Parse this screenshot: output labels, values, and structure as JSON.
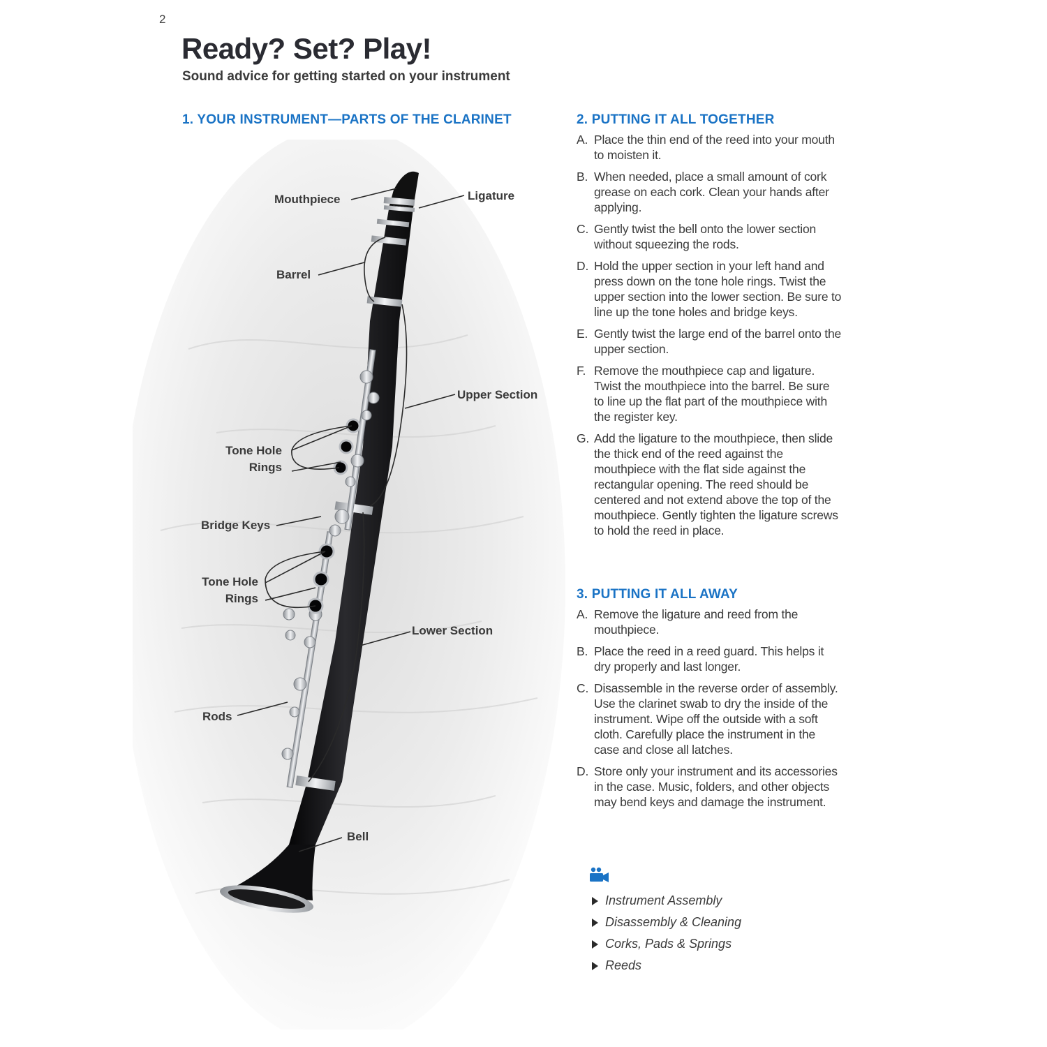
{
  "page_number": "2",
  "header": {
    "title": "Ready? Set? Play!",
    "subtitle": "Sound advice for getting started on your instrument"
  },
  "section1": {
    "heading": "1. YOUR INSTRUMENT—PARTS OF THE CLARINET",
    "labels": {
      "mouthpiece": "Mouthpiece",
      "ligature": "Ligature",
      "barrel": "Barrel",
      "upper_section": "Upper Section",
      "tone_hole_rings_upper_1": "Tone Hole",
      "tone_hole_rings_upper_2": "Rings",
      "bridge_keys": "Bridge Keys",
      "tone_hole_rings_lower_1": "Tone Hole",
      "tone_hole_rings_lower_2": "Rings",
      "lower_section": "Lower Section",
      "rods": "Rods",
      "bell": "Bell"
    }
  },
  "section2": {
    "heading": "2. PUTTING IT ALL TOGETHER",
    "steps": [
      {
        "letter": "A.",
        "text": "Place the thin end of the reed into your mouth to moisten it."
      },
      {
        "letter": "B.",
        "text": "When needed, place a small amount of cork grease on each cork. Clean your hands after applying."
      },
      {
        "letter": "C.",
        "text": "Gently twist the bell onto the lower section without squeezing the rods."
      },
      {
        "letter": "D.",
        "text": "Hold the upper section in your left hand and press down on the tone hole rings. Twist the upper section into the lower section. Be sure to line up the tone holes and bridge keys."
      },
      {
        "letter": "E.",
        "text": "Gently twist the large end of the barrel onto the upper section."
      },
      {
        "letter": "F.",
        "text": "Remove the mouthpiece cap and ligature. Twist the mouthpiece into the barrel. Be sure to line up the flat part of the mouthpiece with the register key."
      },
      {
        "letter": "G.",
        "text": "Add the ligature to the mouthpiece, then slide the thick end of the reed against the mouthpiece with the flat side against the rectangular opening. The reed should be centered and not extend above the top of the mouthpiece. Gently tighten the ligature screws to hold the reed in place."
      }
    ]
  },
  "section3": {
    "heading": "3. PUTTING IT ALL AWAY",
    "steps": [
      {
        "letter": "A.",
        "text": "Remove the ligature and reed from the mouthpiece."
      },
      {
        "letter": "B.",
        "text": "Place the reed in a reed guard. This helps it dry properly and last longer."
      },
      {
        "letter": "C.",
        "text": "Disassemble in the reverse order of assembly. Use the clarinet swab to dry the inside of the instrument. Wipe off the outside with a soft cloth. Carefully place the instrument in the case and close all latches."
      },
      {
        "letter": "D.",
        "text": "Store only your instrument and its accessories in the case. Music, folders, and other objects may bend keys and damage the instrument."
      }
    ]
  },
  "videos": {
    "icon": "video-camera-icon",
    "items": [
      "Instrument Assembly",
      "Disassembly & Cleaning",
      "Corks, Pads & Springs",
      "Reeds"
    ]
  },
  "colors": {
    "accent": "#1a73c5",
    "title": "#2a2b32",
    "body_text": "#3a3a3a",
    "clarinet_body": "#141416",
    "metal": "#c9cdd2"
  }
}
